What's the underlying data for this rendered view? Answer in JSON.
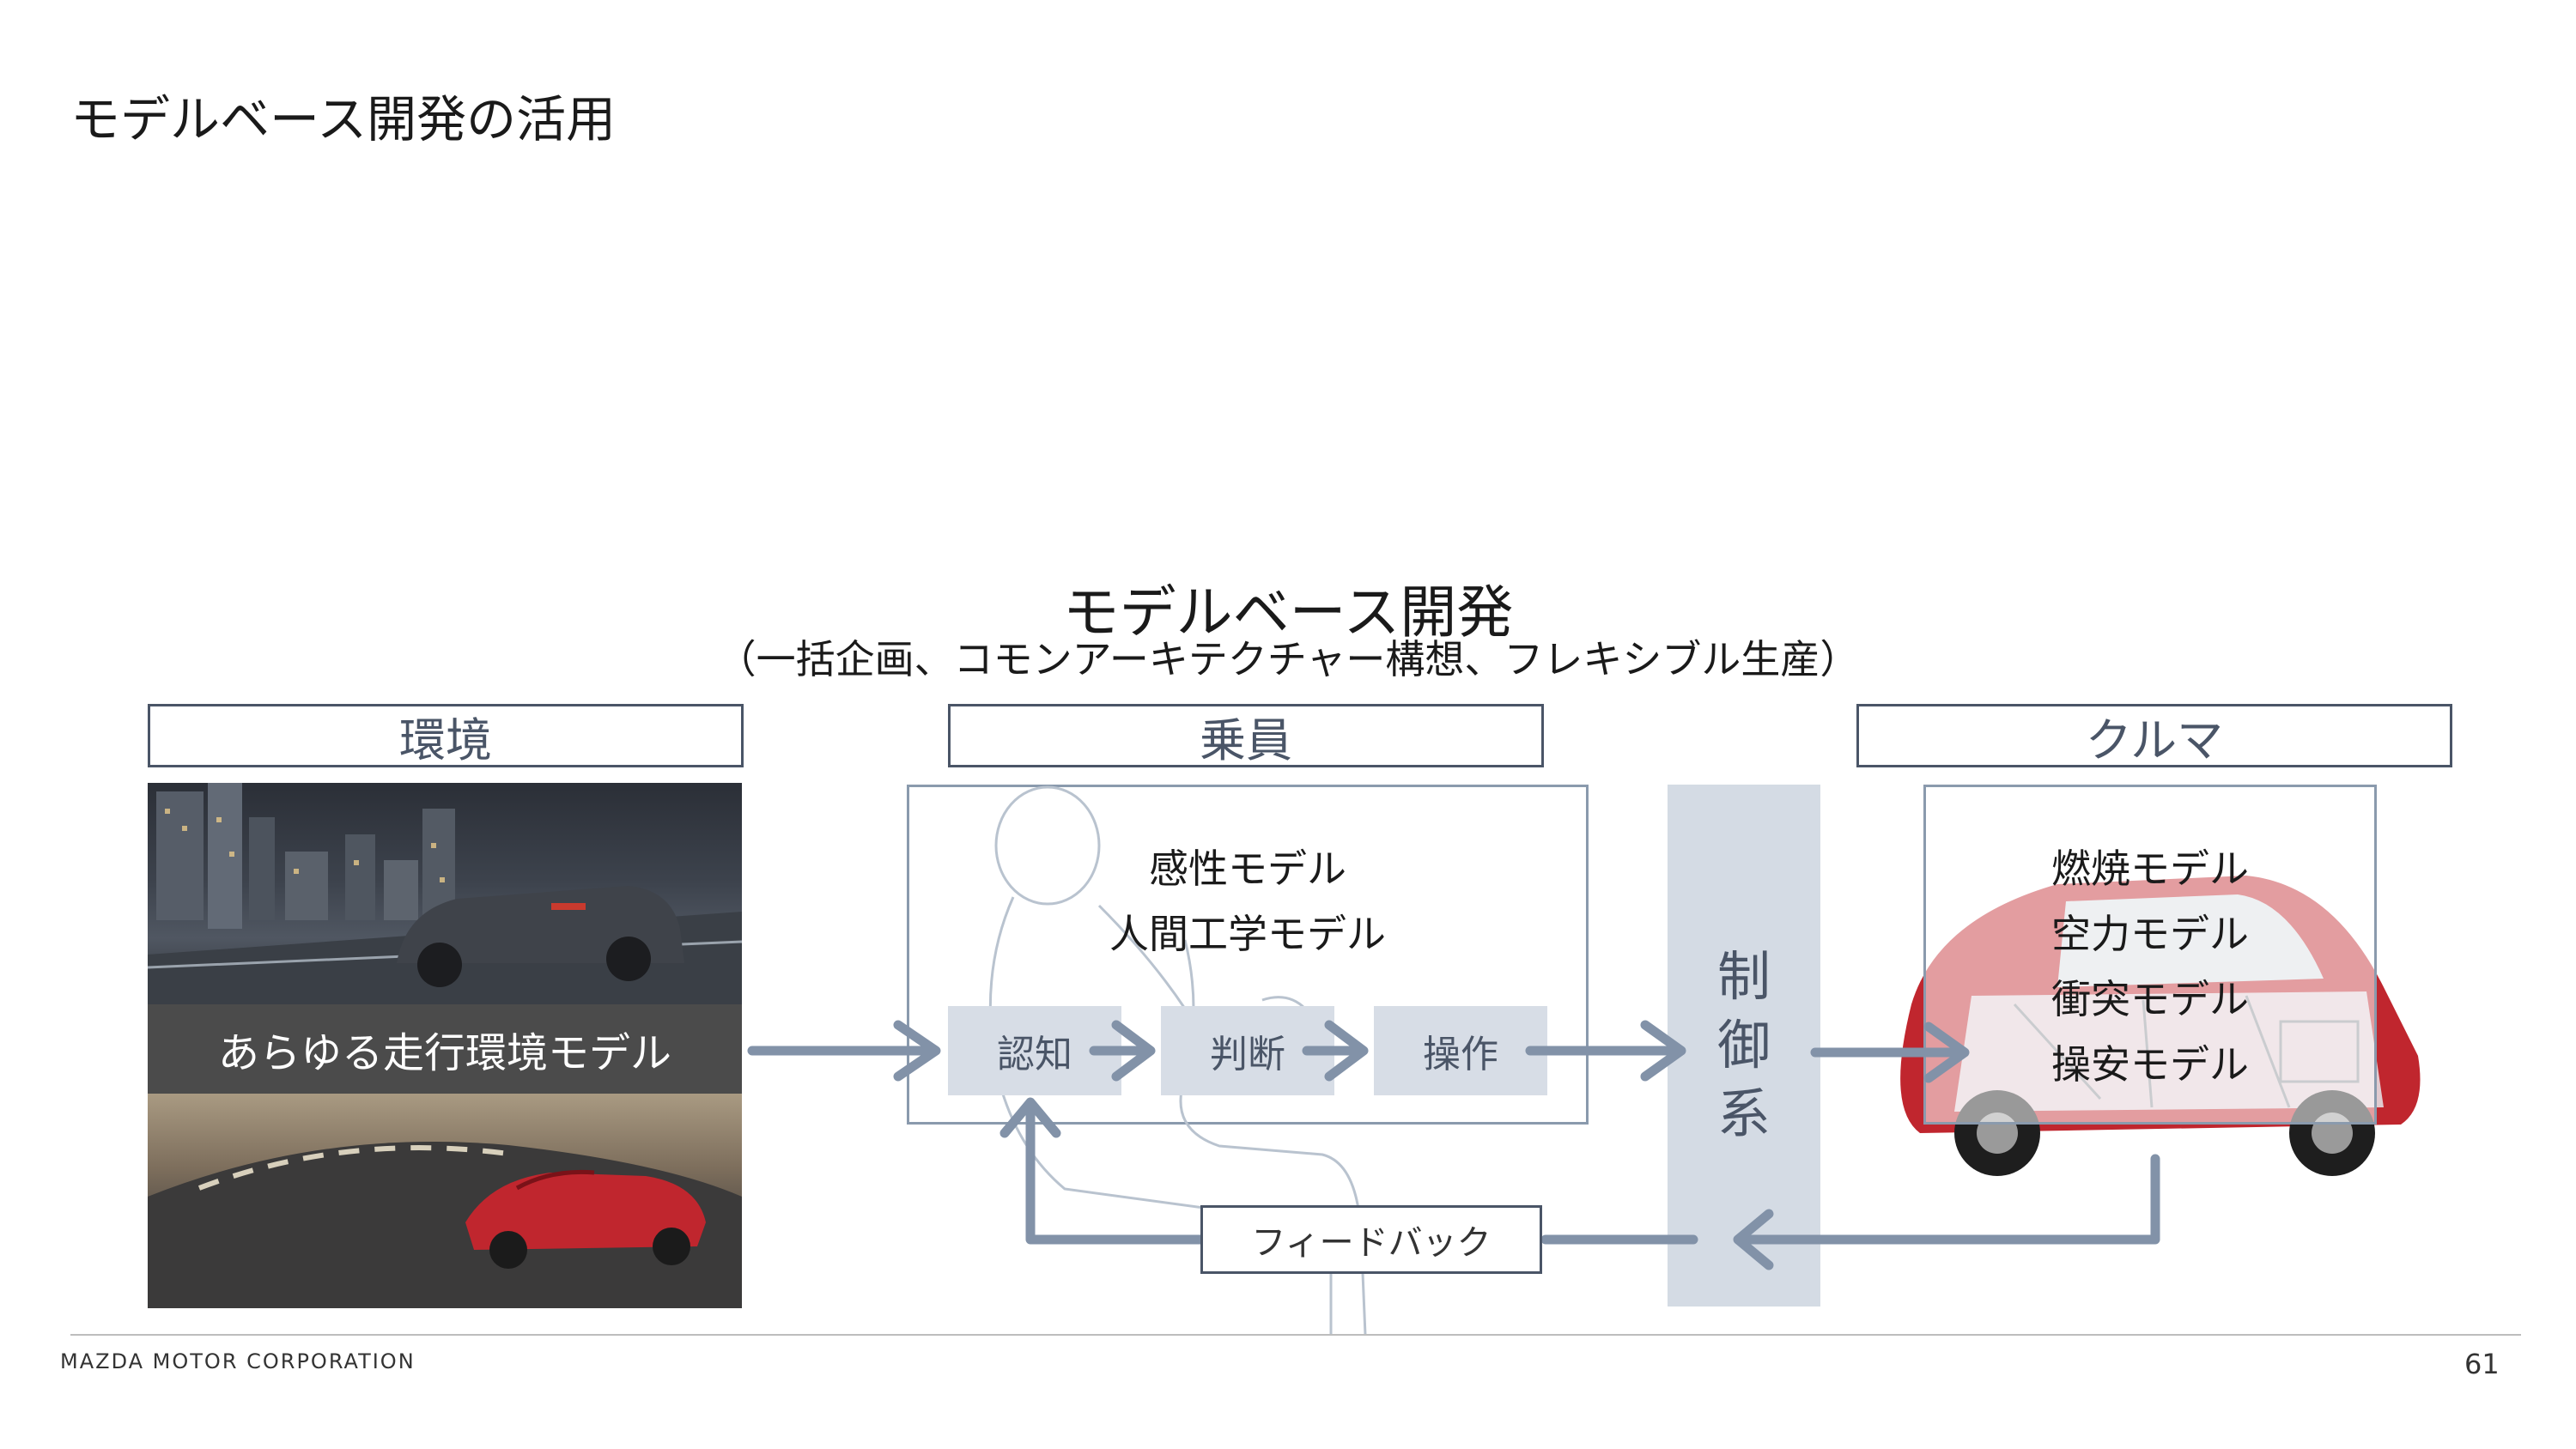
{
  "slide": {
    "title": "モデルベース開発の活用",
    "main_title": "モデルベース開発",
    "sub_title": "（一括企画、コモンアーキテクチャー構想、フレキシブル生産）"
  },
  "environment": {
    "header": "環境",
    "caption": "あらゆる走行環境モデル"
  },
  "occupant": {
    "header": "乗員",
    "models": [
      "感性モデル",
      "人間工学モデル"
    ],
    "steps": [
      "認知",
      "判断",
      "操作"
    ]
  },
  "control": {
    "chars": [
      "制",
      "御",
      "系"
    ]
  },
  "vehicle": {
    "header": "クルマ",
    "models": [
      "燃焼モデル",
      "空力モデル",
      "衝突モデル",
      "操安モデル"
    ]
  },
  "feedback": "フィードバック",
  "footer": {
    "company": "MAZDA MOTOR CORPORATION",
    "page_number": "61"
  },
  "colors": {
    "arrow": "#8292a8",
    "header_border": "#4a5567",
    "step_fill": "#d7dde6",
    "control_fill": "#d4dbe4",
    "car_red": "#c0262e"
  },
  "icons": [
    "seated-person-outline",
    "city-night-car-photo",
    "roadster-on-road-photo",
    "cutaway-car-photo"
  ]
}
